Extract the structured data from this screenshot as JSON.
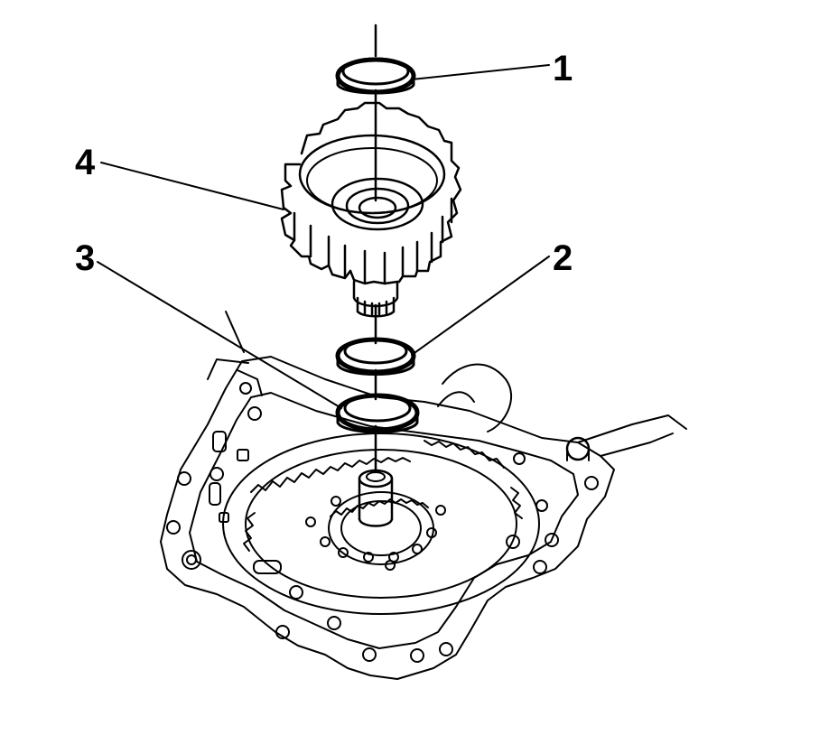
{
  "diagram": {
    "colors": {
      "ink": "#000000",
      "paper": "#ffffff"
    },
    "callouts": [
      {
        "id": "1",
        "label": "1",
        "part": "upper-thrust-washer"
      },
      {
        "id": "2",
        "label": "2",
        "part": "middle-thrust-washer"
      },
      {
        "id": "3",
        "label": "3",
        "part": "lower-thrust-washer"
      },
      {
        "id": "4",
        "label": "4",
        "part": "gear-drum"
      }
    ]
  }
}
